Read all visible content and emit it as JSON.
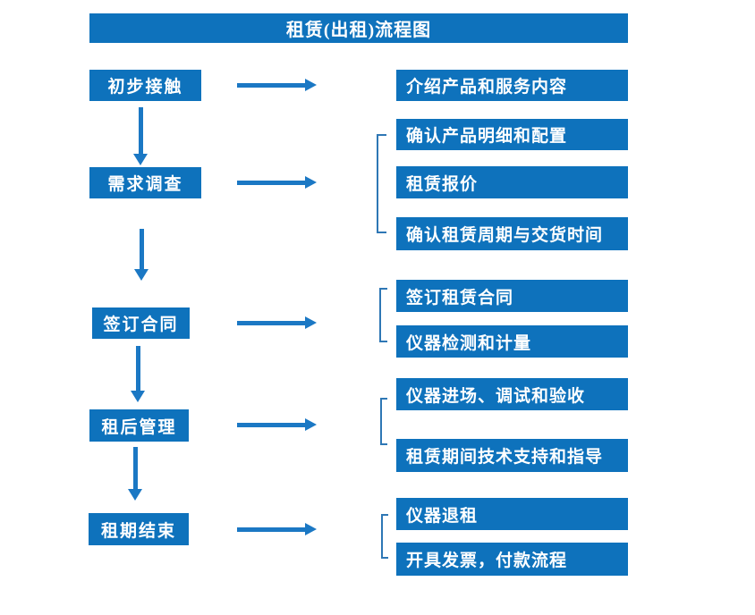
{
  "title": "租赁(出租)流程图",
  "colors": {
    "background": "#ffffff",
    "box_fill": "#0e72bc",
    "arrow": "#1b78c4",
    "bracket": "#2e77b5",
    "text": "#ffffff"
  },
  "stages": [
    {
      "label": "初步接触",
      "details": [
        "介绍产品和服务内容"
      ]
    },
    {
      "label": "需求调查",
      "details": [
        "确认产品明细和配置",
        "租赁报价",
        "确认租赁周期与交货时间"
      ]
    },
    {
      "label": "签订合同",
      "details": [
        "签订租赁合同",
        "仪器检测和计量"
      ]
    },
    {
      "label": "租后管理",
      "details": [
        "仪器进场、调试和验收",
        "租赁期间技术支持和指导"
      ]
    },
    {
      "label": "租期结束",
      "details": [
        "仪器退租",
        "开具发票，付款流程"
      ]
    }
  ]
}
